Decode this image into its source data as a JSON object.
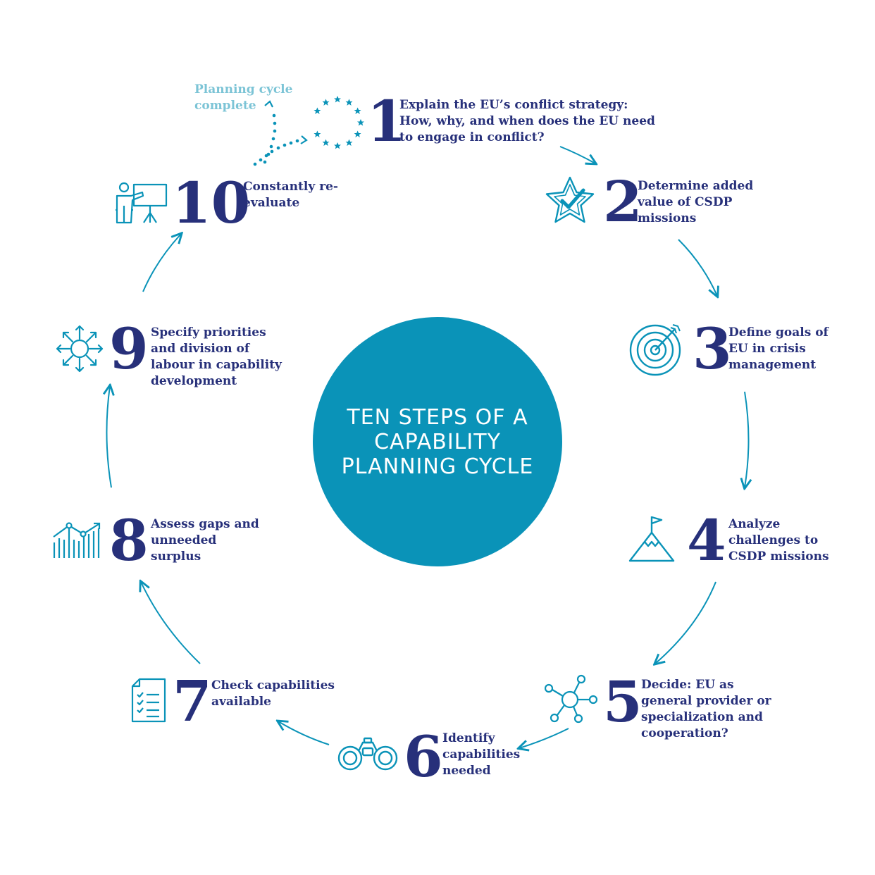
{
  "center_title": "TEN STEPS OF A CAPABILITY PLANNING CYCLE",
  "planning_complete": "Planning cycle complete",
  "colors": {
    "teal": "#0a93b8",
    "navy": "#27307a",
    "light_teal": "#7cc4d6"
  },
  "steps": [
    {
      "number": "1",
      "text": "Explain the EU’s conflict strategy: How, why, and when does the EU need to engage in conflict?",
      "icon": "eu-stars-icon"
    },
    {
      "number": "2",
      "text": "Determine added value of CSDP missions",
      "icon": "star-check-icon"
    },
    {
      "number": "3",
      "text": "Define goals of EU in crisis management",
      "icon": "target-icon"
    },
    {
      "number": "4",
      "text": "Analyze challenges to CSDP missions",
      "icon": "mountain-flag-icon"
    },
    {
      "number": "5",
      "text": "Decide: EU as general provider or specialization and cooperation?",
      "icon": "network-icon"
    },
    {
      "number": "6",
      "text": "Identify capabilities needed",
      "icon": "binoculars-icon"
    },
    {
      "number": "7",
      "text": "Check capabilities available",
      "icon": "checklist-icon"
    },
    {
      "number": "8",
      "text": "Assess gaps and unneeded surplus",
      "icon": "bar-chart-icon"
    },
    {
      "number": "9",
      "text": "Specify priorities and division of labour in capability development",
      "icon": "hub-arrows-icon"
    },
    {
      "number": "10",
      "text": "Constantly re-evaluate",
      "icon": "presenter-icon"
    }
  ]
}
